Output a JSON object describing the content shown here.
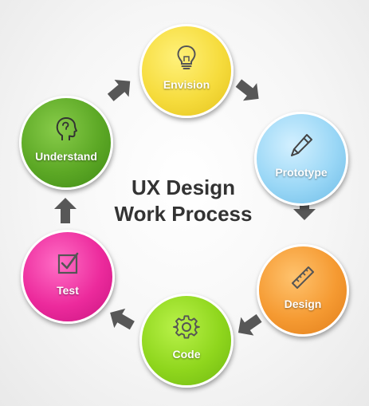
{
  "diagram": {
    "title_line1": "UX Design",
    "title_line2": "Work Process",
    "steps": [
      {
        "id": "envision",
        "label": "Envision",
        "icon": "lightbulb-icon",
        "color": "#f6dc3d"
      },
      {
        "id": "prototype",
        "label": "Prototype",
        "icon": "pen-icon",
        "color": "#9ad7f6"
      },
      {
        "id": "design",
        "label": "Design",
        "icon": "ruler-icon",
        "color": "#f59a32"
      },
      {
        "id": "code",
        "label": "Code",
        "icon": "gear-icon",
        "color": "#8fd61d"
      },
      {
        "id": "test",
        "label": "Test",
        "icon": "checkbox-icon",
        "color": "#ec2a9c"
      },
      {
        "id": "understand",
        "label": "Understand",
        "icon": "head-icon",
        "color": "#5ca825"
      }
    ],
    "arrow_color": "#555555"
  }
}
